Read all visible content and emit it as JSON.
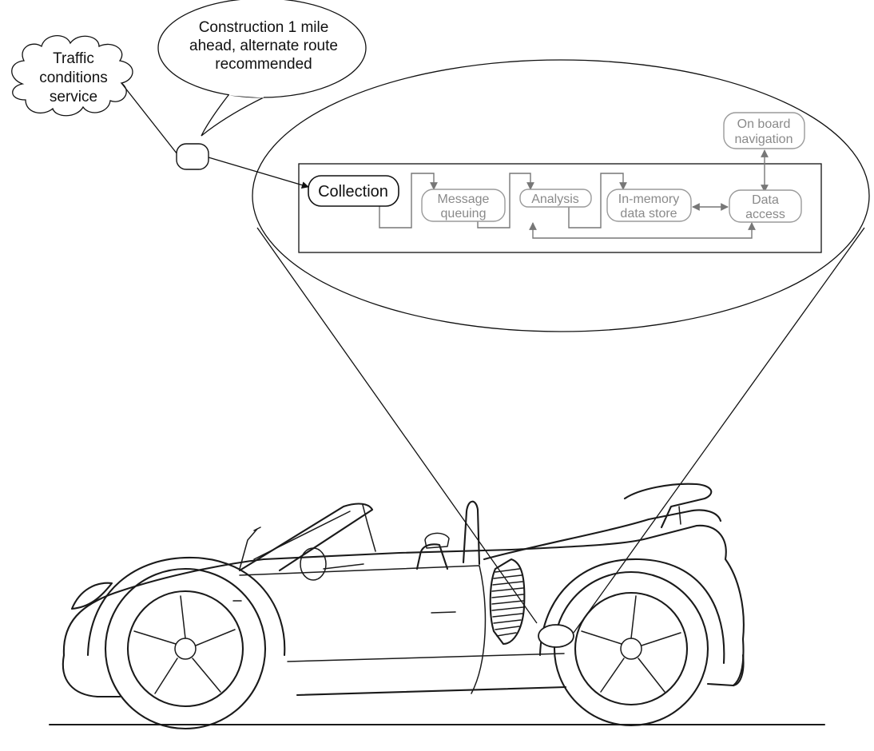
{
  "speech_bubble": {
    "line1": "Construction 1 mile",
    "line2": "ahead, alternate route",
    "line3": "recommended"
  },
  "cloud": {
    "line1": "Traffic",
    "line2": "conditions",
    "line3": "service"
  },
  "pipeline": {
    "collection": "Collection",
    "message_queuing": {
      "line1": "Message",
      "line2": "queuing"
    },
    "analysis": "Analysis",
    "in_memory_store": {
      "line1": "In-memory",
      "line2": "data store"
    },
    "data_access": {
      "line1": "Data",
      "line2": "access"
    },
    "on_board_navigation": {
      "line1": "On board",
      "line2": "navigation"
    }
  },
  "colors": {
    "line": "#111111",
    "gray_component": "#8a8a8a"
  }
}
